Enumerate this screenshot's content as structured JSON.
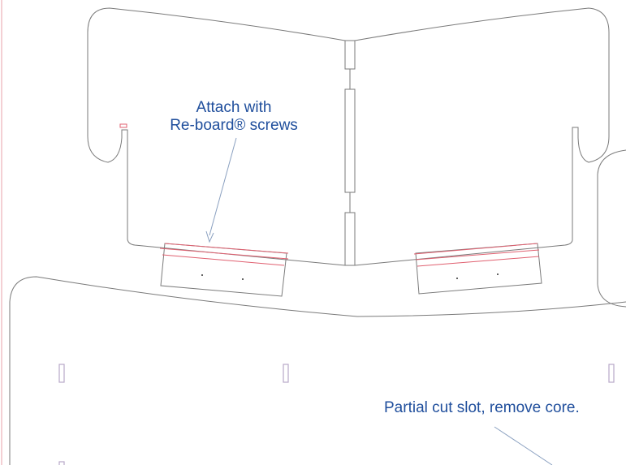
{
  "annotations": {
    "attach_line1": "Attach with",
    "attach_line2": "Re-board® screws",
    "partial_cut": "Partial cut slot, remove core."
  },
  "colors": {
    "cut_line": "#7a7a7a",
    "fold_line": "#e06070",
    "slot": "#b8a8c8",
    "text": "#1f4e9c"
  }
}
